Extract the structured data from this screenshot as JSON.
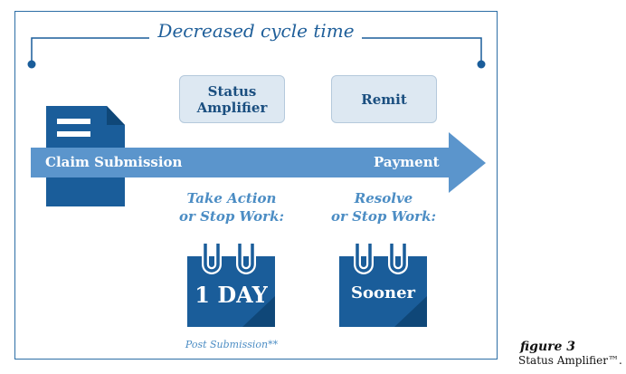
{
  "diagram": {
    "title": "Decreased cycle time",
    "top_boxes": [
      {
        "label": "Status\nAmplifier"
      },
      {
        "label": "Remit"
      }
    ],
    "arrow": {
      "start_label": "Claim Submission",
      "end_label": "Payment"
    },
    "steps": [
      {
        "line1": "Take Action",
        "line2": "or Stop Work:",
        "calendar_text": "1 DAY",
        "note": "Post Submission**"
      },
      {
        "line1": "Resolve",
        "line2": "or Stop Work:",
        "calendar_text": "Sooner",
        "note": ""
      }
    ],
    "icons": [
      "document-icon",
      "calendar-icon"
    ],
    "colors": {
      "dark_blue": "#1a5d9a",
      "arrow_blue": "#5b95cc",
      "box_fill": "#dde8f2",
      "label_blue": "#4c8dc4"
    }
  },
  "figure": {
    "number": "figure 3",
    "caption": "Status Amplifier™."
  }
}
